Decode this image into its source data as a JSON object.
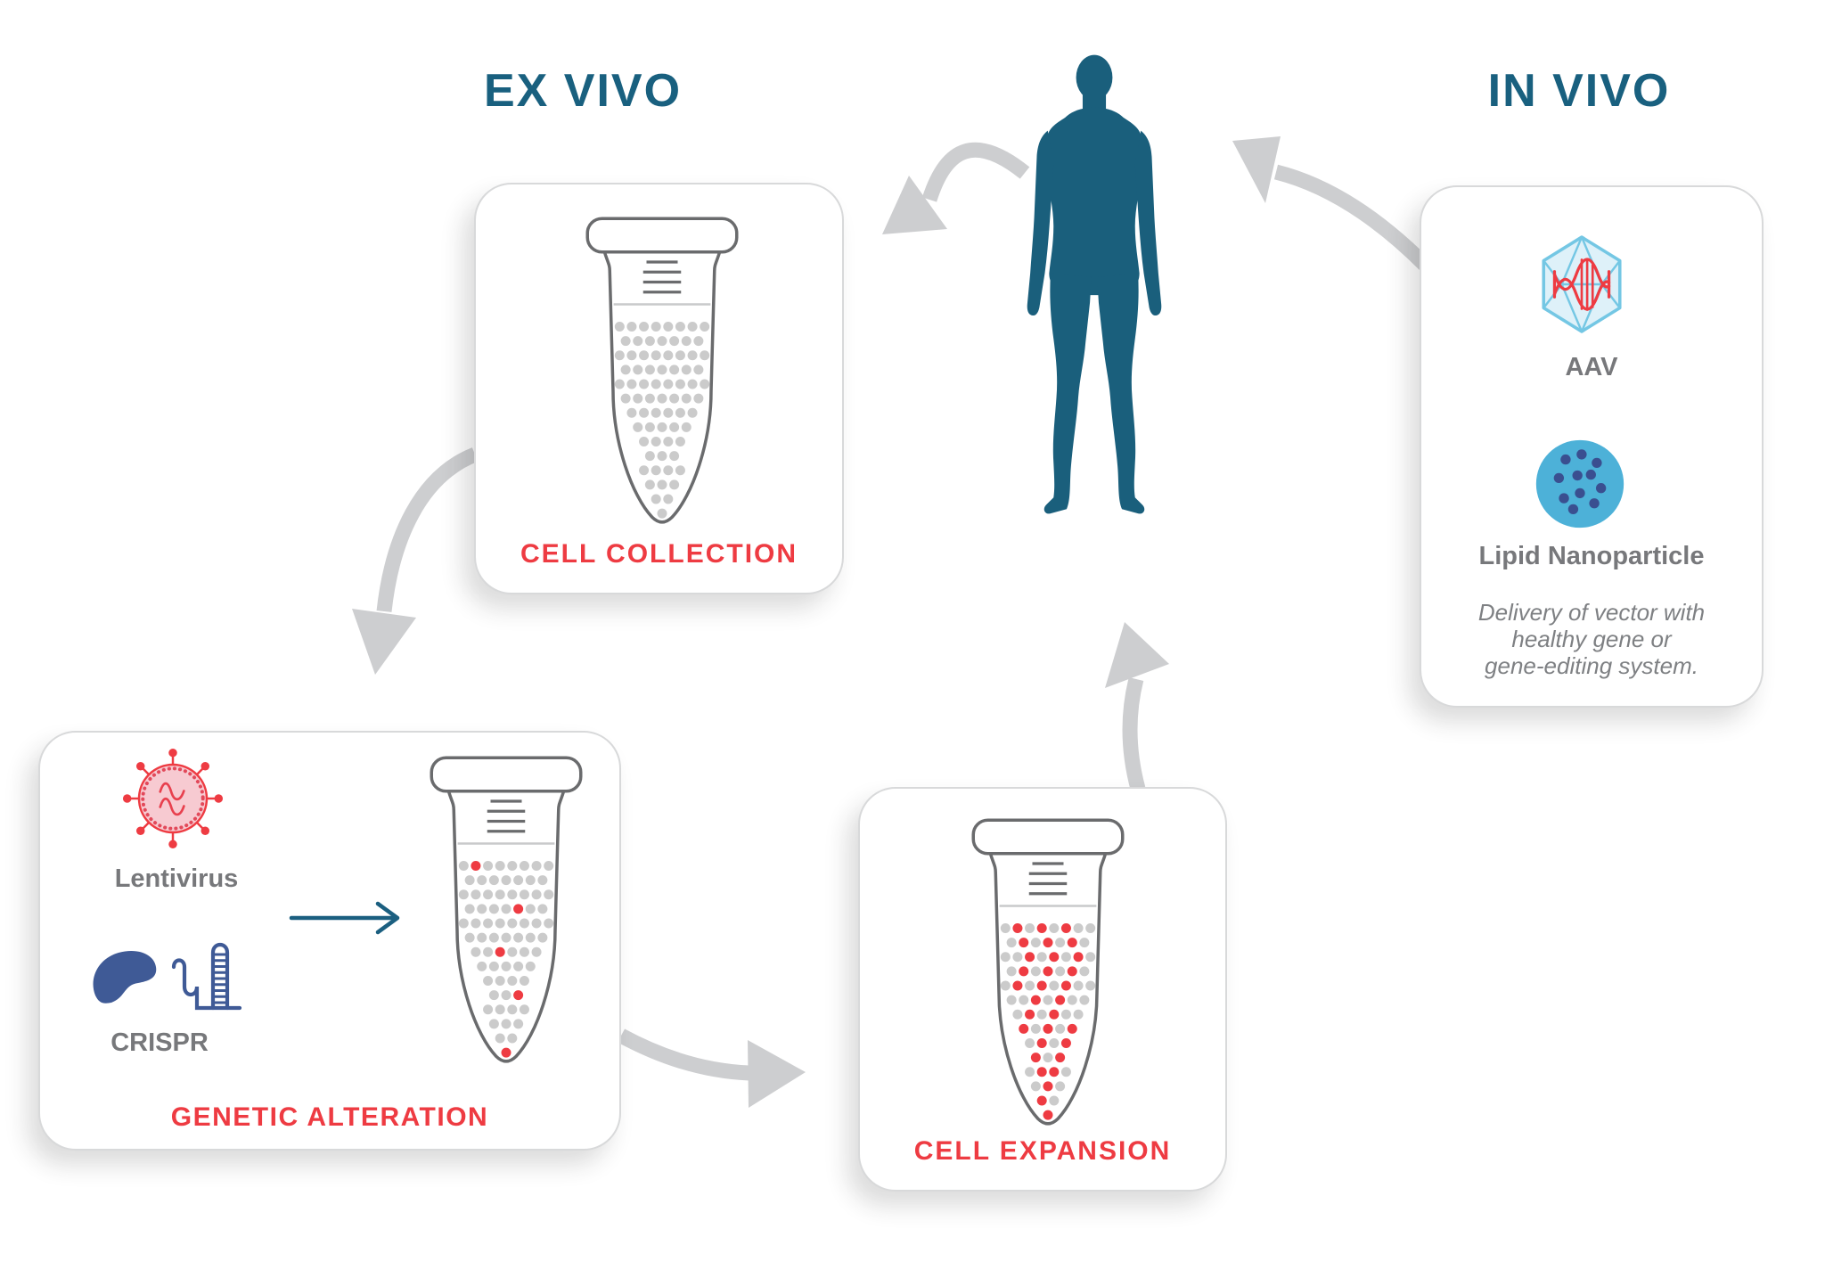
{
  "titles": {
    "ex_vivo": "EX VIVO",
    "in_vivo": "IN VIVO"
  },
  "ex_vivo_flow": {
    "cell_collection": {
      "label": "CELL COLLECTION"
    },
    "genetic_alteration": {
      "label": "GENETIC ALTERATION",
      "tools": [
        {
          "name": "Lentivirus"
        },
        {
          "name": "CRISPR"
        }
      ]
    },
    "cell_expansion": {
      "label": "CELL EXPANSION"
    }
  },
  "in_vivo_panel": {
    "aav_label": "AAV",
    "lipid_label": "Lipid Nanoparticle",
    "description_lines": [
      "Delivery of vector with",
      "healthy gene or",
      "gene-editing system."
    ]
  },
  "icons": {
    "human": "human-silhouette",
    "tube": "microcentrifuge-tube-icon",
    "lentivirus": "lentivirus-icon",
    "crispr": "crispr-cas9-icon",
    "aav": "aav-capsid-icon",
    "lipid_nanoparticle": "lipid-nanoparticle-icon",
    "flow_arrows": "curved-arrow-icon"
  },
  "colors": {
    "teal": "#19607F",
    "human_teal": "#1A5F7C",
    "red": "#EE3B42",
    "gray_cell": "#CBCBCB",
    "arrow_gray": "#CDCED0",
    "tube_outline": "#6A6B6D",
    "label_gray": "#77787B",
    "italic_gray": "#7E8083",
    "aav_stroke": "#74C7E4",
    "aav_fill": "#DEF1F9",
    "lnp_blue": "#4DB1D8",
    "lnp_dot": "#3A4F90",
    "crispr_blue": "#3F5A96",
    "lenti_pink": "#F7CAD1"
  },
  "tubes": {
    "cell_collection": {
      "red_cells": []
    },
    "genetic_alteration": {
      "red_cells": [
        [
          0,
          1
        ],
        [
          3,
          4
        ],
        [
          6,
          2
        ],
        [
          9,
          2
        ],
        [
          13,
          0
        ]
      ]
    },
    "cell_expansion": {
      "red_cells": [
        [
          0,
          1
        ],
        [
          0,
          3
        ],
        [
          0,
          5
        ],
        [
          1,
          1
        ],
        [
          1,
          3
        ],
        [
          1,
          5
        ],
        [
          2,
          2
        ],
        [
          2,
          4
        ],
        [
          2,
          6
        ],
        [
          3,
          1
        ],
        [
          3,
          3
        ],
        [
          3,
          5
        ],
        [
          4,
          1
        ],
        [
          4,
          3
        ],
        [
          4,
          5
        ],
        [
          5,
          2
        ],
        [
          5,
          4
        ],
        [
          6,
          1
        ],
        [
          6,
          3
        ],
        [
          7,
          0
        ],
        [
          7,
          2
        ],
        [
          7,
          4
        ],
        [
          8,
          1
        ],
        [
          8,
          3
        ],
        [
          9,
          0
        ],
        [
          9,
          2
        ],
        [
          10,
          1
        ],
        [
          10,
          2
        ],
        [
          11,
          1
        ],
        [
          12,
          0
        ],
        [
          13,
          0
        ]
      ]
    }
  }
}
